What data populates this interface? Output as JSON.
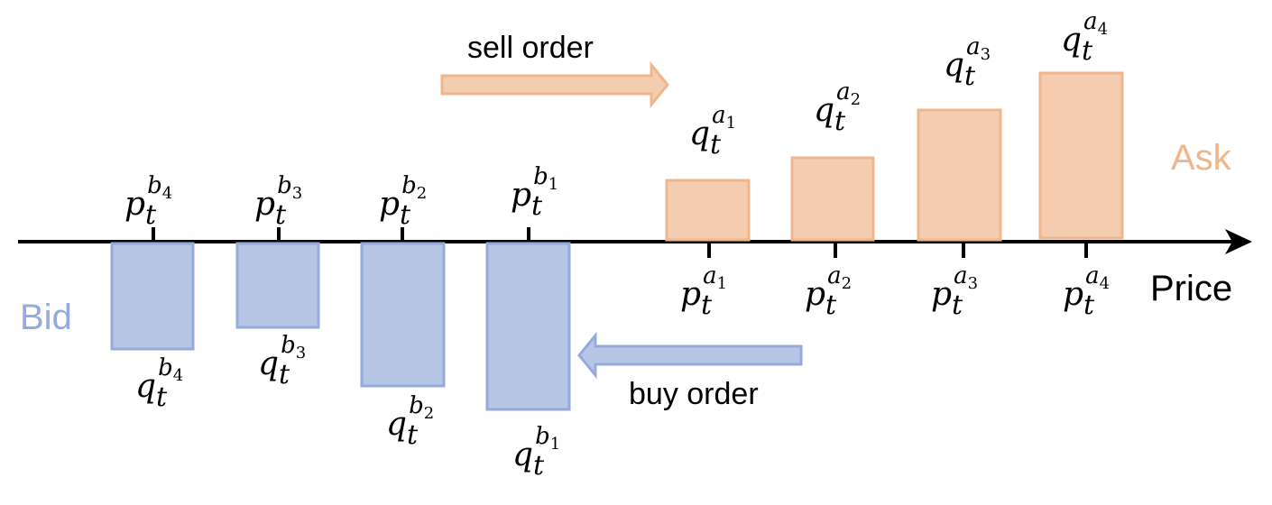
{
  "axis_label": "Price",
  "side_labels": {
    "bid": "Bid",
    "ask": "Ask"
  },
  "arrows": {
    "sell": "sell order",
    "buy": "buy order"
  },
  "colors": {
    "bid_fill": "#b8c6e5",
    "bid_stroke": "#94abdb",
    "bid_text": "#94abdb",
    "ask_fill": "#f4cdb0",
    "ask_stroke": "#efb58b",
    "ask_text": "#efb58b",
    "axis": "#000000"
  },
  "bid_levels": [
    {
      "price": "p_t^{b_4}",
      "quantity": "q_t^{b_4}",
      "level": 4,
      "relative_quantity": 0.63
    },
    {
      "price": "p_t^{b_3}",
      "quantity": "q_t^{b_3}",
      "level": 3,
      "relative_quantity": 0.5
    },
    {
      "price": "p_t^{b_2}",
      "quantity": "q_t^{b_2}",
      "level": 2,
      "relative_quantity": 0.85
    },
    {
      "price": "p_t^{b_1}",
      "quantity": "q_t^{b_1}",
      "level": 1,
      "relative_quantity": 1.0
    }
  ],
  "ask_levels": [
    {
      "price": "p_t^{a_1}",
      "quantity": "q_t^{a_1}",
      "level": 1,
      "relative_quantity": 0.35
    },
    {
      "price": "p_t^{a_2}",
      "quantity": "q_t^{a_2}",
      "level": 2,
      "relative_quantity": 0.49
    },
    {
      "price": "p_t^{a_3}",
      "quantity": "q_t^{a_3}",
      "level": 3,
      "relative_quantity": 0.76
    },
    {
      "price": "p_t^{a_4}",
      "quantity": "q_t^{a_4}",
      "level": 4,
      "relative_quantity": 1.0
    }
  ]
}
